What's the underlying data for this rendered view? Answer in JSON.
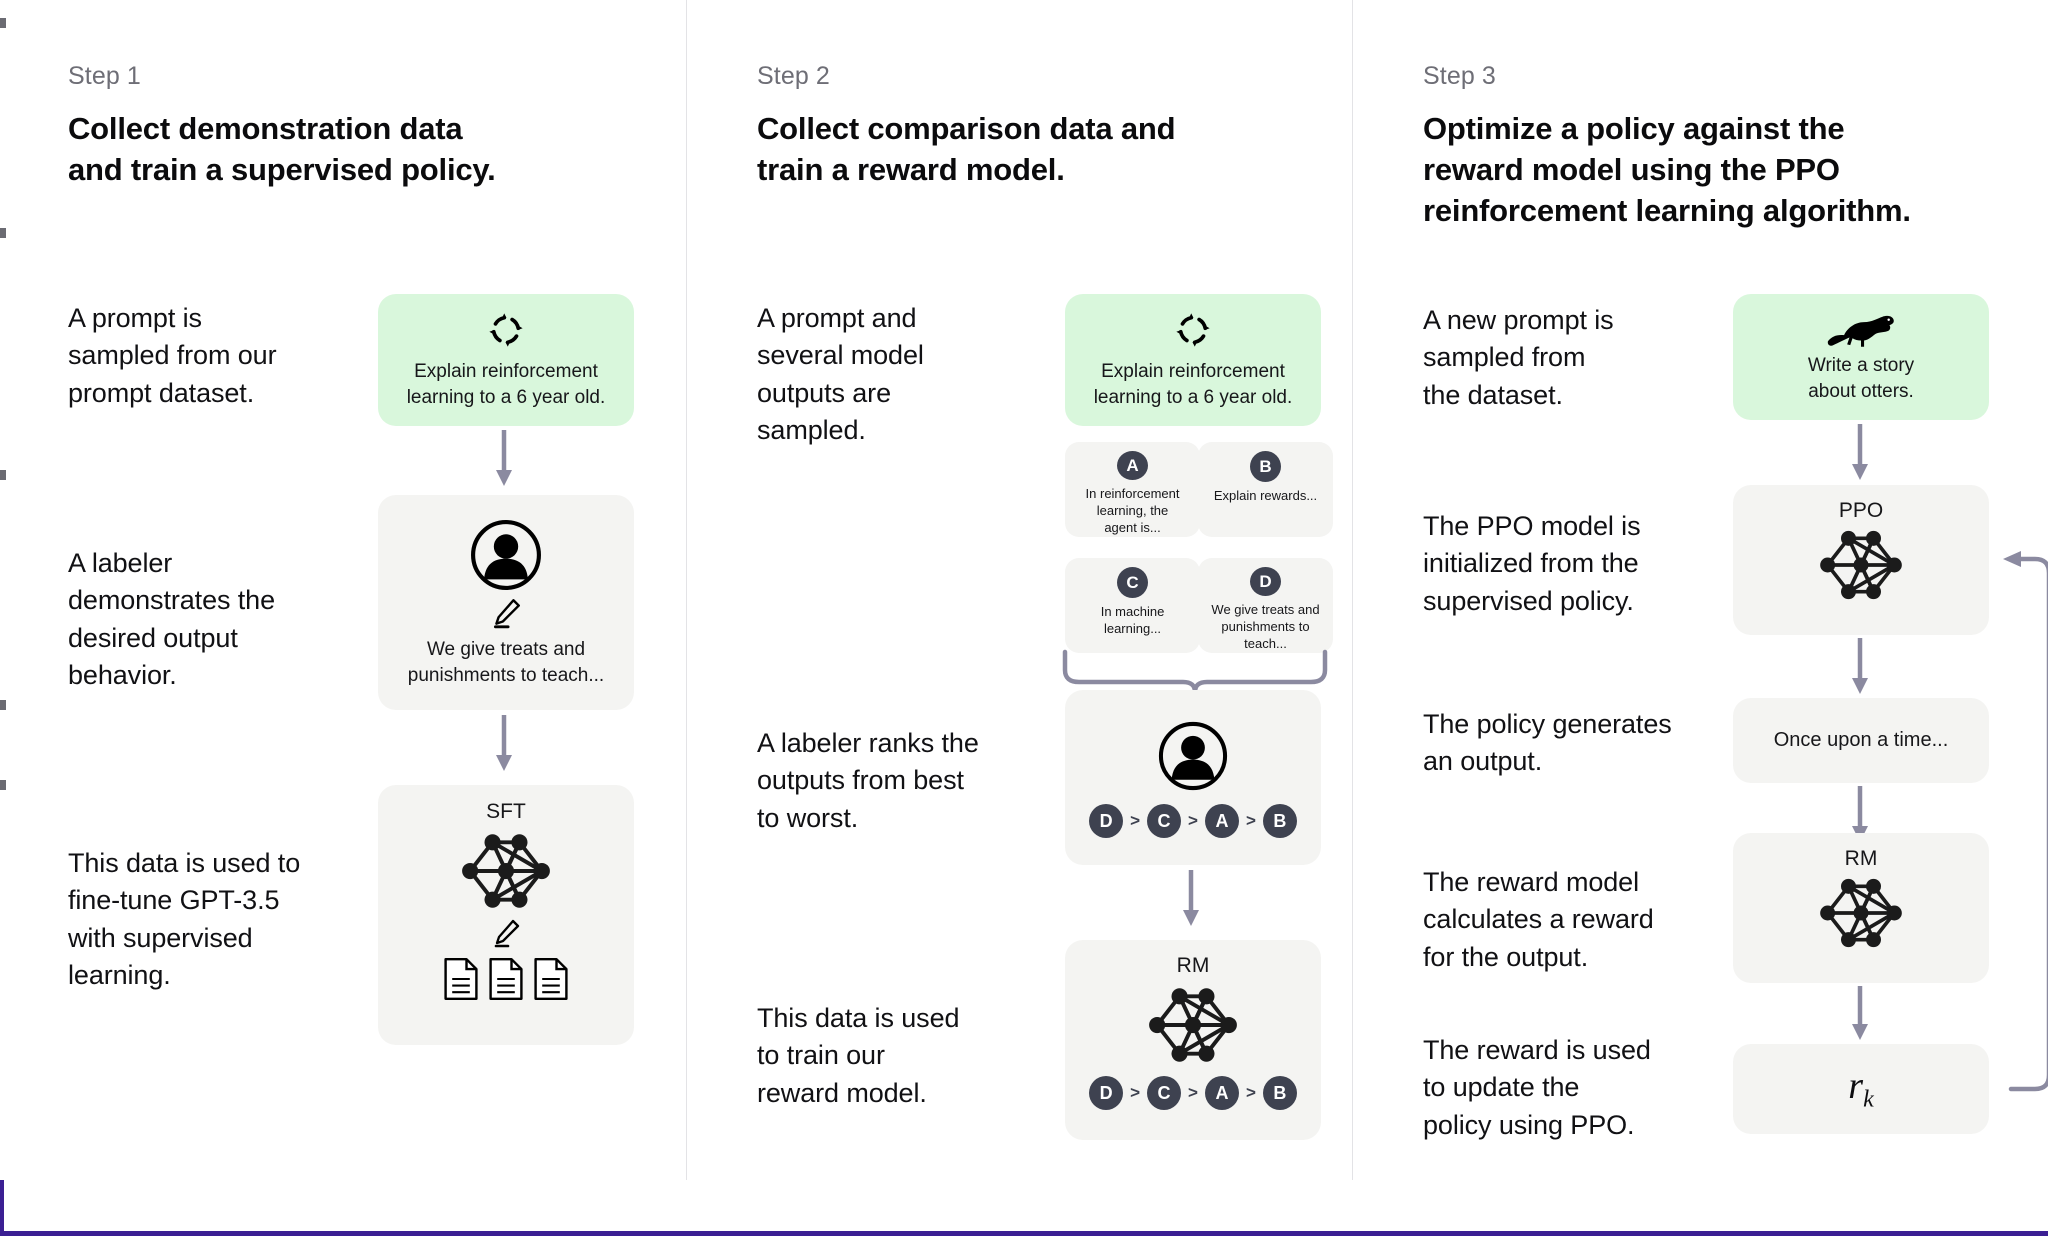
{
  "theme": {
    "green_card_bg": "#d9f7dc",
    "gray_card_bg": "#f4f4f2",
    "badge_bg": "#3e4250",
    "arrow_color": "#8b8aa0",
    "divider_color": "#e3e3e6",
    "frame_accent": "#3b1f93"
  },
  "steps": [
    {
      "label": "Step 1",
      "title": "Collect demonstration data\nand train a supervised policy.",
      "descriptions": [
        "A prompt is\nsampled from our\nprompt dataset.",
        "A labeler\ndemonstrates the\ndesired output\nbehavior.",
        "This data is used to\nfine-tune GPT-3.5\nwith supervised\nlearning."
      ],
      "cards": {
        "prompt": {
          "text": "Explain reinforcement\nlearning to a 6 year old.",
          "icon": "refresh-cycle-icon"
        },
        "labeler": {
          "text": "We give treats and\npunishments to teach...",
          "icons": [
            "person-icon",
            "pencil-icon"
          ]
        },
        "model": {
          "title": "SFT",
          "icons": [
            "neural-network-icon",
            "pencil-icon",
            "documents-icon"
          ]
        }
      }
    },
    {
      "label": "Step 2",
      "title": "Collect comparison data and\ntrain a reward model.",
      "descriptions": [
        "A prompt and\nseveral model\noutputs are\nsampled.",
        "A labeler ranks the\noutputs from best\nto worst.",
        "This data is used\nto train our\nreward model."
      ],
      "cards": {
        "prompt": {
          "text": "Explain reinforcement\nlearning to a 6 year old.",
          "icon": "refresh-cycle-icon"
        },
        "options": [
          {
            "letter": "A",
            "text": "In reinforcement\nlearning, the\nagent is..."
          },
          {
            "letter": "B",
            "text": "Explain rewards..."
          },
          {
            "letter": "C",
            "text": "In machine\nlearning..."
          },
          {
            "letter": "D",
            "text": "We give treats and\npunishments to\nteach..."
          }
        ],
        "ranking": {
          "icon": "person-icon",
          "order": [
            "D",
            "C",
            "A",
            "B"
          ],
          "separator": ">"
        },
        "model": {
          "title": "RM",
          "icon": "neural-network-icon",
          "order": [
            "D",
            "C",
            "A",
            "B"
          ],
          "separator": ">"
        }
      }
    },
    {
      "label": "Step 3",
      "title": "Optimize a policy against the\nreward model using the PPO\nreinforcement learning algorithm.",
      "descriptions": [
        "A new prompt is\nsampled from\nthe dataset.",
        "The PPO model is\ninitialized from the\nsupervised policy.",
        "The policy generates\nan output.",
        "The reward model\ncalculates a reward\nfor the output.",
        "The reward is used\nto update the\npolicy using PPO."
      ],
      "cards": {
        "prompt": {
          "text": "Write a story\nabout otters.",
          "icon": "otter-icon"
        },
        "policy": {
          "title": "PPO",
          "icon": "neural-network-icon"
        },
        "output": {
          "text": "Once upon a time..."
        },
        "reward_model": {
          "title": "RM",
          "icon": "neural-network-icon"
        },
        "reward": {
          "text": "r",
          "subscript": "k"
        }
      }
    }
  ]
}
